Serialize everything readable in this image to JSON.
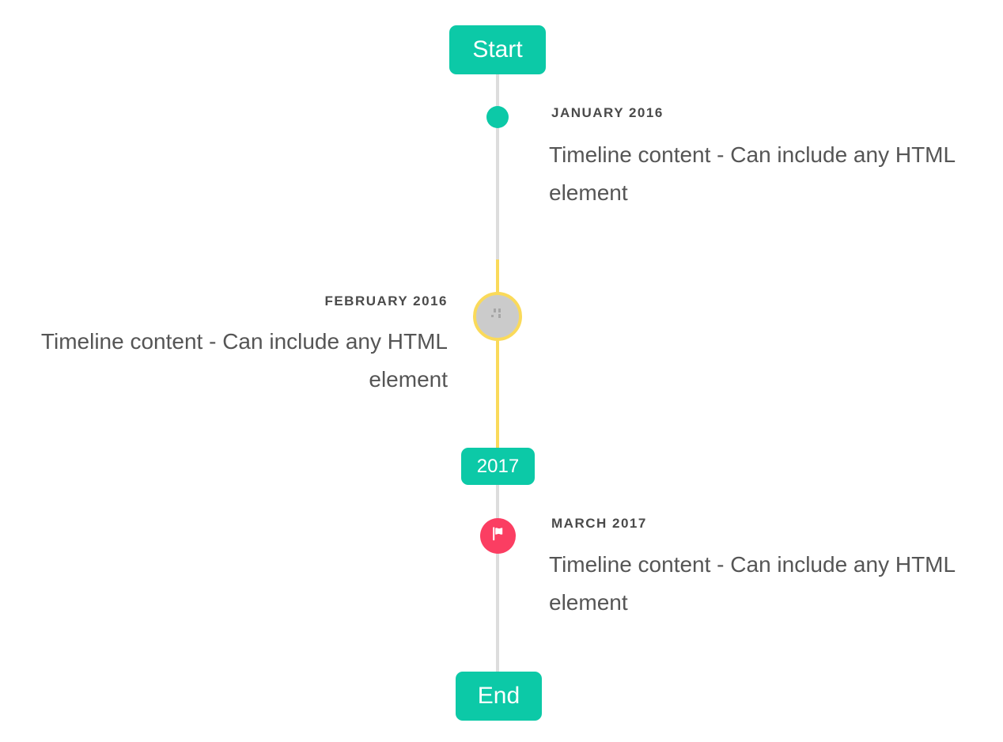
{
  "timeline": {
    "start_label": "Start",
    "end_label": "End",
    "year_badge": "2017",
    "items": [
      {
        "title": "JANUARY 2016",
        "content": "Timeline content - Can include any HTML element",
        "side": "right",
        "marker": "teal-dot"
      },
      {
        "title": "FEBRUARY 2016",
        "content": "Timeline content - Can include any HTML element",
        "side": "left",
        "marker": "gray-circle-with-broken-image-icon-yellow-ring"
      },
      {
        "title": "MARCH 2017",
        "content": "Timeline content - Can include any HTML element",
        "side": "right",
        "marker": "red-circle-with-flag-icon"
      }
    ],
    "colors": {
      "accent_teal": "#0cc9a7",
      "highlight_yellow": "#fada5a",
      "marker_red": "#fb3e62",
      "line_gray": "#dddddd",
      "circle_gray": "#cbcbcb",
      "title_text": "#4a4a4a",
      "content_text": "#555555"
    }
  }
}
